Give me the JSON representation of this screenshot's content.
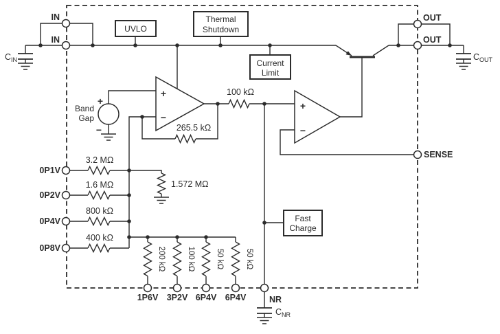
{
  "colors": {
    "line": "#2b2b2b",
    "background": "#ffffff"
  },
  "pins": {
    "in_top": "IN",
    "in_bottom": "IN",
    "out_top": "OUT",
    "out_bottom": "OUT",
    "sense": "SENSE",
    "nr": "NR",
    "left": [
      "0P1V",
      "0P2V",
      "0P4V",
      "0P8V"
    ],
    "bottom": [
      "1P6V",
      "3P2V",
      "6P4V",
      "6P4V"
    ]
  },
  "blocks": {
    "uvlo": "UVLO",
    "thermal_shutdown_line1": "Thermal",
    "thermal_shutdown_line2": "Shutdown",
    "current_limit_line1": "Current",
    "current_limit_line2": "Limit",
    "fast_charge_line1": "Fast",
    "fast_charge_line2": "Charge",
    "band_gap_line1": "Band",
    "band_gap_line2": "Gap"
  },
  "capacitors": {
    "cin": {
      "main": "C",
      "sub": "IN"
    },
    "cout": {
      "main": "C",
      "sub": "OUT"
    },
    "cnr": {
      "main": "C",
      "sub": "NR"
    }
  },
  "resistors": {
    "feedback": "265.5 kΩ",
    "series": "100 kΩ",
    "shunt": "1.572 MΩ",
    "left": [
      "3.2 MΩ",
      "1.6 MΩ",
      "800 kΩ",
      "400 kΩ"
    ],
    "ladder": [
      "200 kΩ",
      "100 kΩ",
      "50 kΩ",
      "50 kΩ"
    ]
  },
  "symbols": {
    "plus": "+",
    "minus": "−"
  }
}
